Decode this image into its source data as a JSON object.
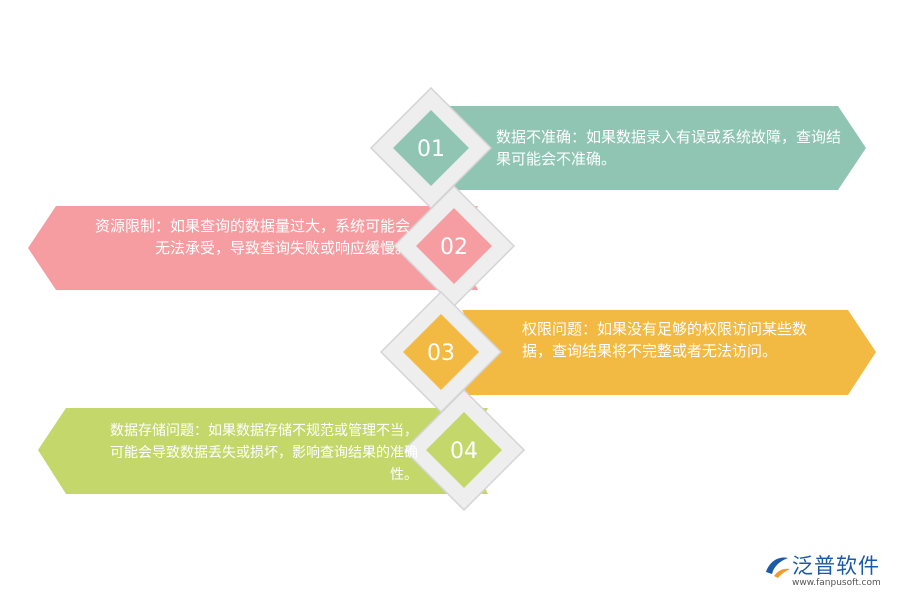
{
  "colors": {
    "teal": "#8fc5b2",
    "pink": "#f59da1",
    "orange": "#f2b943",
    "green": "#c4d76a",
    "diamond_outer": "#eeeeee",
    "diamond_border": "#d4d4d4",
    "logo_blue": "#1a5aa8",
    "logo_orange": "#f29a2e"
  },
  "items": [
    {
      "number": "01",
      "color": "teal",
      "text": "数据不准确：如果数据录入有误或系统故障，查询结果可能会不准确。"
    },
    {
      "number": "02",
      "color": "pink",
      "text": "资源限制：如果查询的数据量过大，系统可能会无法承受，导致查询失败或响应缓慢。"
    },
    {
      "number": "03",
      "color": "orange",
      "text": "权限问题：如果没有足够的权限访问某些数据，查询结果将不完整或者无法访问。"
    },
    {
      "number": "04",
      "color": "green",
      "text": "数据存储问题：如果数据存储不规范或管理不当，可能会导致数据丢失或损坏，影响查询结果的准确性。"
    }
  ],
  "logo": {
    "name": "泛普软件",
    "url": "www.fanpusoft.com",
    "icon": "fanpu-logo-icon"
  }
}
